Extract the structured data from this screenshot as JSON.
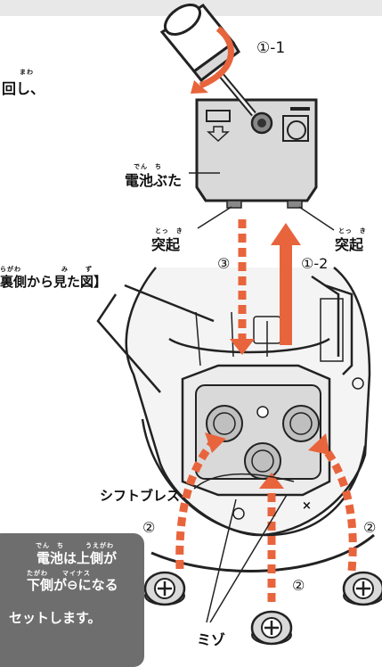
{
  "header_band": true,
  "left_text": {
    "ruby_mawa": "まわ",
    "line1": "回し、",
    "ruby_uragawa": "らがわ",
    "ruby_mi": "み",
    "ruby_zu": "ず",
    "line2": "裏側から見た図】"
  },
  "labels": {
    "step_1_1": "①-1",
    "step_1_2": "①-2",
    "step_3": "③",
    "step_2_left": "②",
    "step_2_center": "②",
    "step_2_right": "②",
    "battery_cover": "電池ぶた",
    "battery_cover_ruby": "でん　ち",
    "protrusion_left": "突起",
    "protrusion_left_ruby": "とっ　き",
    "protrusion_right": "突起",
    "protrusion_right_ruby": "とっ　き",
    "shift_brace": "シフトブレス",
    "groove": "ミゾ",
    "x_mark": "×"
  },
  "callout": {
    "ruby_line1": "でん　ち　　　うえがわ",
    "line1": "電池は上側が",
    "ruby_line2": "たがわ　　マイナス",
    "line2": "下側が⊖になる",
    "line3": "セットします。"
  },
  "colors": {
    "arrow_orange": "#e8643c",
    "callout_bg": "#6e6e6e",
    "outline": "#222222",
    "cover_gray": "#d9d9d9"
  }
}
